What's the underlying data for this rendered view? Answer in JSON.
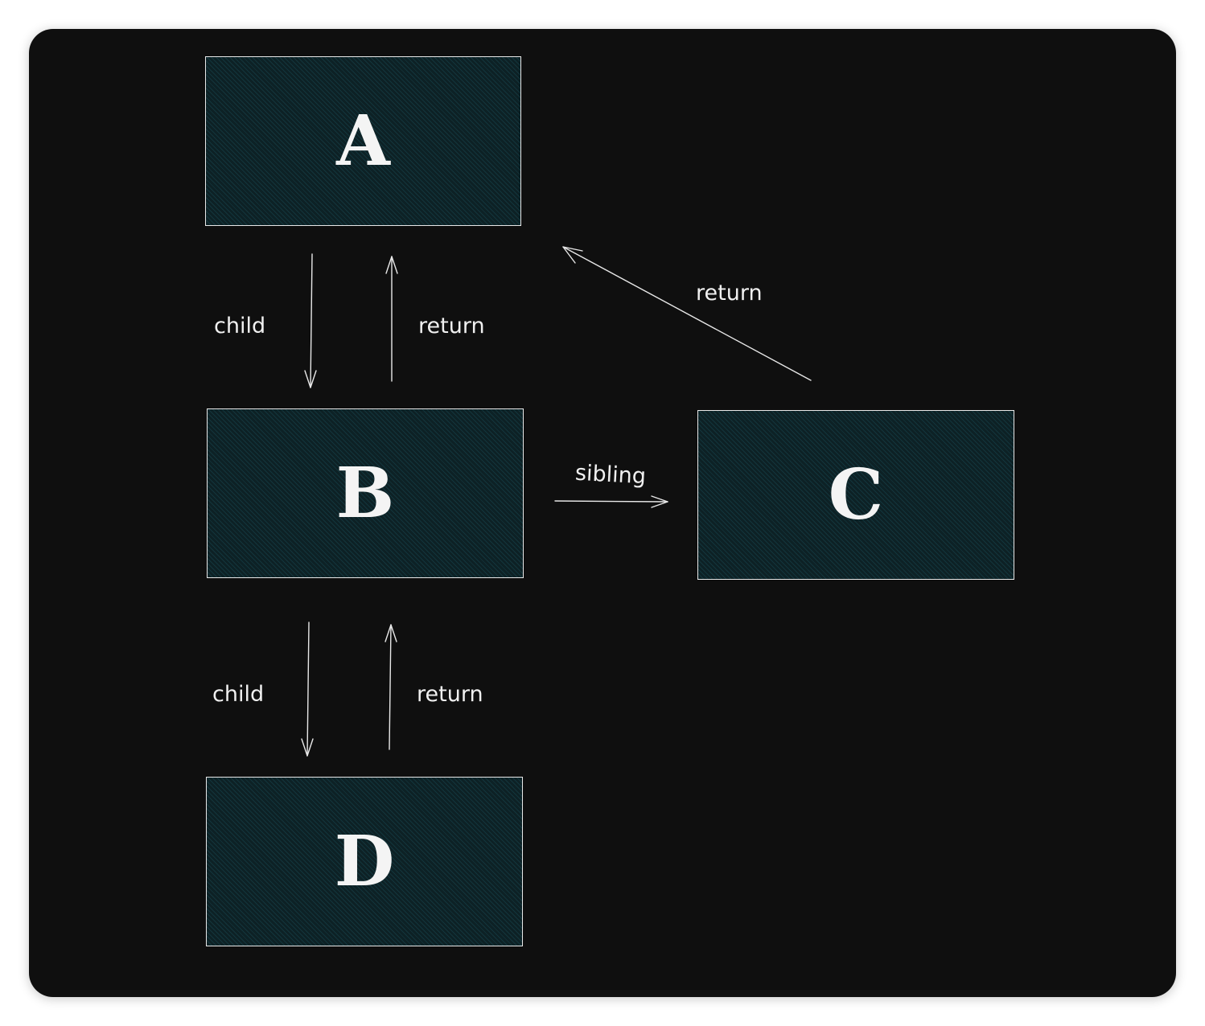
{
  "nodes": {
    "a": {
      "label": "A"
    },
    "b": {
      "label": "B"
    },
    "c": {
      "label": "C"
    },
    "d": {
      "label": "D"
    }
  },
  "edges": {
    "a_b_child": {
      "label": "child"
    },
    "b_a_return": {
      "label": "return"
    },
    "c_a_return": {
      "label": "return"
    },
    "b_c_sibling": {
      "label": "sibling"
    },
    "b_d_child": {
      "label": "child"
    },
    "d_b_return": {
      "label": "return"
    }
  },
  "colors": {
    "background": "#0f0f0f",
    "node_fill": "#0d2125",
    "stroke": "#e8e8e8"
  }
}
